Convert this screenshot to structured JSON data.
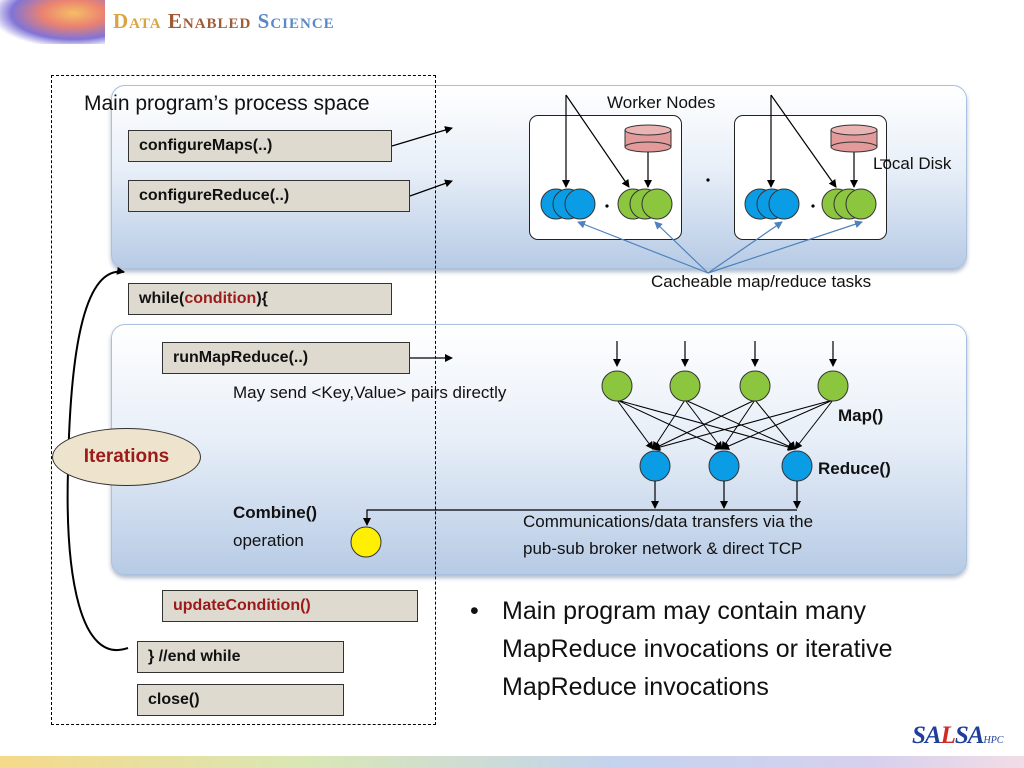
{
  "header": {
    "title_w1": "Data",
    "title_w2": "Enabled",
    "title_w3": "Science"
  },
  "process_space_label": "Main program’s process space",
  "code": {
    "configure_maps": "configureMaps(..)",
    "configure_reduce": "configureReduce(..)",
    "while_prefix": "while(",
    "while_condition": "condition",
    "while_suffix": "){",
    "run_map_reduce": "runMapReduce(..)",
    "update_condition": "updateCondition()",
    "end_while": "} //end while",
    "close": "close()"
  },
  "iterations_label": "Iterations",
  "worker_panel": {
    "worker_nodes_label": "Worker Nodes",
    "local_disk_label": "Local Disk",
    "cacheable_label": "Cacheable map/reduce tasks"
  },
  "mapreduce_panel": {
    "send_pairs_label": "May send <Key,Value> pairs directly",
    "map_label": "Map()",
    "reduce_label": "Reduce()",
    "combine_label": "Combine()",
    "operation_label": "operation",
    "comms_line1": "Communications/data transfers via the",
    "comms_line2": "pub-sub broker network & direct TCP"
  },
  "bullet": {
    "symbol": "•",
    "line1": "Main program may contain many",
    "line2": "MapReduce invocations or iterative",
    "line3": "MapReduce invocations"
  },
  "footer_logo": {
    "part1": "SA",
    "part2": "L",
    "part3": "SA",
    "suffix": "HPC"
  },
  "colors": {
    "map_node": "#8cc63f",
    "reduce_node": "#0a9de6",
    "combine_node": "#ffef00",
    "disk": "#e29a9a",
    "accent_red": "#9b1b1b"
  }
}
